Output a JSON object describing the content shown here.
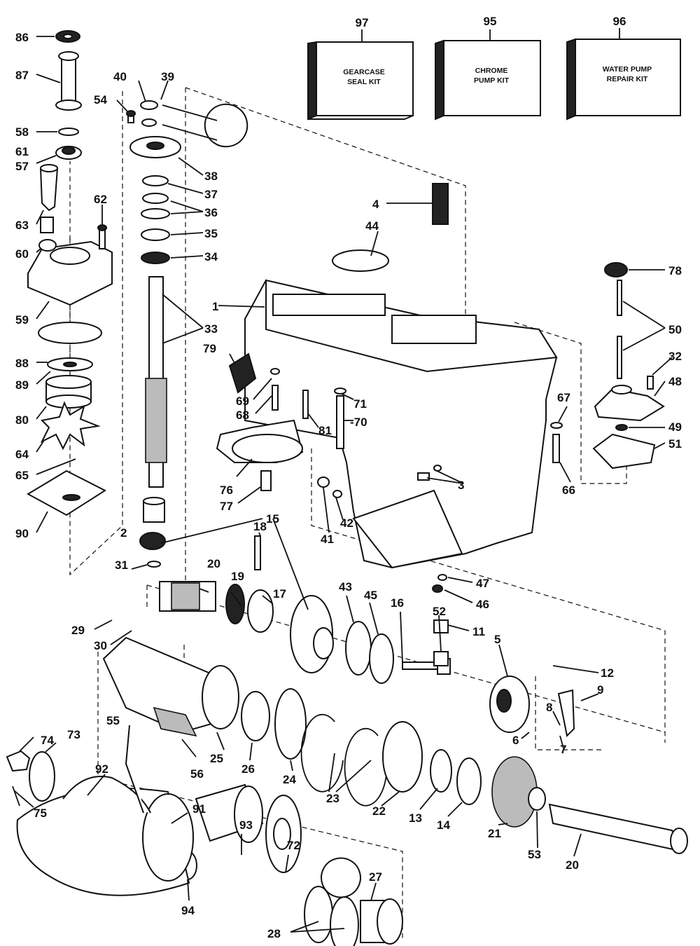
{
  "kits": [
    {
      "num": "97",
      "line1": "GEARCASE",
      "line2": "SEAL KIT"
    },
    {
      "num": "95",
      "line1": "CHROME",
      "line2": "PUMP KIT"
    },
    {
      "num": "96",
      "line1": "WATER PUMP",
      "line2": "REPAIR KIT"
    }
  ],
  "parts": {
    "p1": "1",
    "p2": "2",
    "p3": "3",
    "p4": "4",
    "p5": "5",
    "p6": "6",
    "p7": "7",
    "p8": "8",
    "p9": "9",
    "p11": "11",
    "p12": "12",
    "p13": "13",
    "p14": "14",
    "p15": "15",
    "p16": "16",
    "p17": "17",
    "p18": "18",
    "p19": "19",
    "p20a": "20",
    "p20b": "20",
    "p21": "21",
    "p22": "22",
    "p23": "23",
    "p24": "24",
    "p25": "25",
    "p26": "26",
    "p27": "27",
    "p28": "28",
    "p29": "29",
    "p30": "30",
    "p31": "31",
    "p32": "32",
    "p33": "33",
    "p34": "34",
    "p35": "35",
    "p36": "36",
    "p37": "37",
    "p38": "38",
    "p39": "39",
    "p40": "40",
    "p41": "41",
    "p42": "42",
    "p43": "43",
    "p44": "44",
    "p45": "45",
    "p46": "46",
    "p47": "47",
    "p48": "48",
    "p49": "49",
    "p50": "50",
    "p51": "51",
    "p52": "52",
    "p53": "53",
    "p54": "54",
    "p55": "55",
    "p56": "56",
    "p57": "57",
    "p58": "58",
    "p59": "59",
    "p60": "60",
    "p61": "61",
    "p62": "62",
    "p63": "63",
    "p64": "64",
    "p65": "65",
    "p66": "66",
    "p67": "67",
    "p68": "68",
    "p69": "69",
    "p70": "-70",
    "p71": "71",
    "p72": "72",
    "p73": "73",
    "p74": "74",
    "p75": "75",
    "p76": "76",
    "p77": "77",
    "p78": "78",
    "p79": "79",
    "p80": "80",
    "p81": "81",
    "p86": "86",
    "p87": "87",
    "p88": "88",
    "p89": "89",
    "p90": "90",
    "p91": "91",
    "p92": "92",
    "p93": "93",
    "p94": "94"
  }
}
